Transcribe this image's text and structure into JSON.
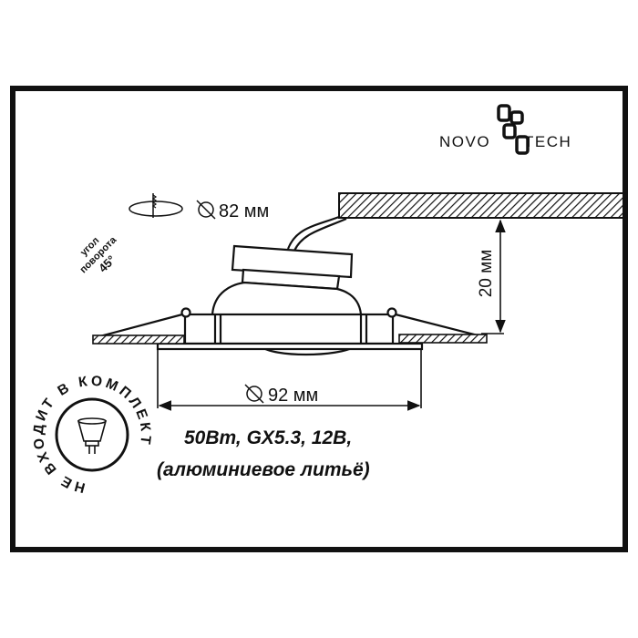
{
  "brand": {
    "name_left": "NOVO",
    "name_right": "TECH",
    "full": "NOVOTECH"
  },
  "cutout": {
    "label": "82 мм",
    "symbol": "diameter"
  },
  "rotation": {
    "line1": "угол",
    "line2": "поворота",
    "line3": "45°"
  },
  "height_dim": {
    "label": "20 мм"
  },
  "outer_dim": {
    "label": "92 мм",
    "symbol": "diameter"
  },
  "specs": {
    "line1": "50Вт, GX5.3, 12В,",
    "line2": "(алюминиевое литьё)"
  },
  "lamp_badge": {
    "ring_text": "НЕ ВХОДИТ В КОМПЛЕКТ",
    "icon": "mr16-bulb-icon"
  },
  "colors": {
    "ink": "#111111",
    "background": "#ffffff"
  }
}
